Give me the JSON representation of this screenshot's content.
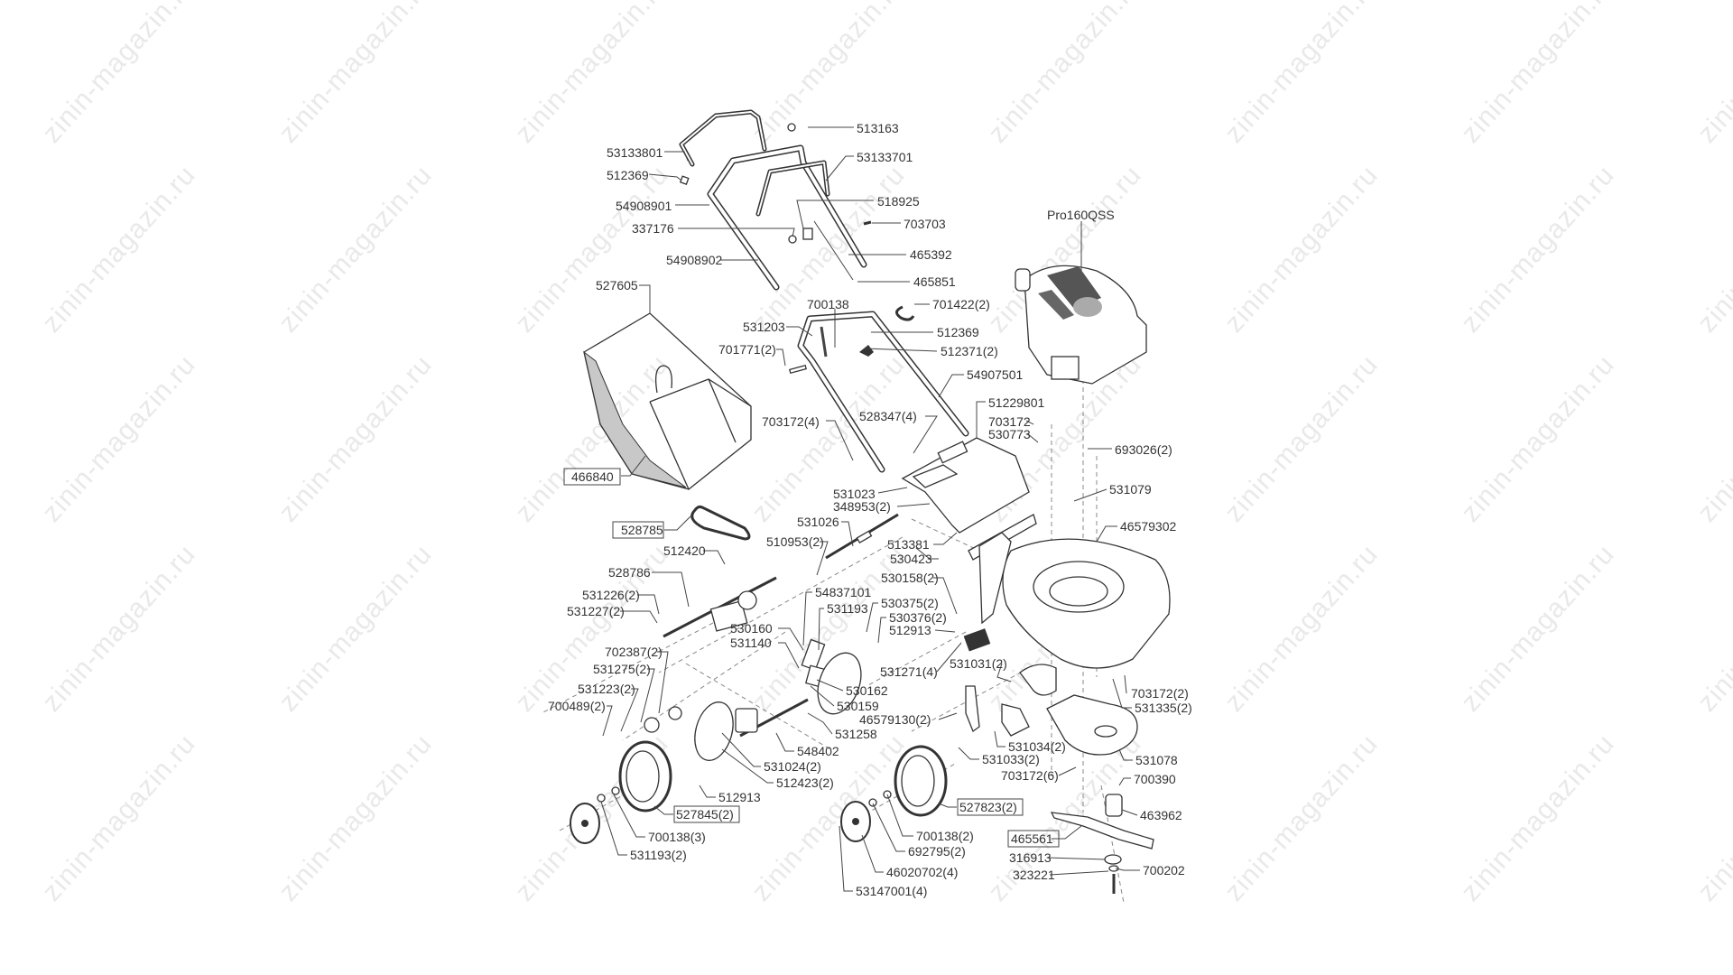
{
  "watermark": "zinin-magazin.ru",
  "engine_model": "Pro160QSS",
  "labels": [
    "513163",
    "53133801",
    "53133701",
    "512369",
    "54908901",
    "518925",
    "337176",
    "703703",
    "54908902",
    "465392",
    "465851",
    "527605",
    "700138",
    "701422(2)",
    "531203",
    "512369",
    "701771(2)",
    "512371(2)",
    "54907501",
    "51229801",
    "703172",
    "530773",
    "693026(2)",
    "531079",
    "46579302",
    "703172(4)",
    "528347(4)",
    "466840",
    "531023",
    "348953(2)",
    "528785",
    "531026",
    "510953(2)",
    "513381",
    "530423",
    "512420",
    "528786",
    "530158(2)",
    "531226(2)",
    "54837101",
    "531227(2)",
    "531193",
    "530375(2)",
    "530376(2)",
    "512913",
    "530160",
    "531140",
    "702387(2)",
    "531275(2)",
    "531223(2)",
    "700489(2)",
    "531271(4)",
    "530162",
    "530159",
    "46579130(2)",
    "531258",
    "548402",
    "531024(2)",
    "512423(2)",
    "512913",
    "527845(2)",
    "700138(3)",
    "531193(2)",
    "700138(2)",
    "692795(2)",
    "46020702(4)",
    "53147001(4)",
    "531031(2)",
    "531034(2)",
    "531033(2)",
    "703172(6)",
    "527823(2)",
    "703172(2)",
    "531335(2)",
    "531078",
    "700390",
    "463962",
    "465561",
    "316913",
    "700202",
    "323221"
  ]
}
